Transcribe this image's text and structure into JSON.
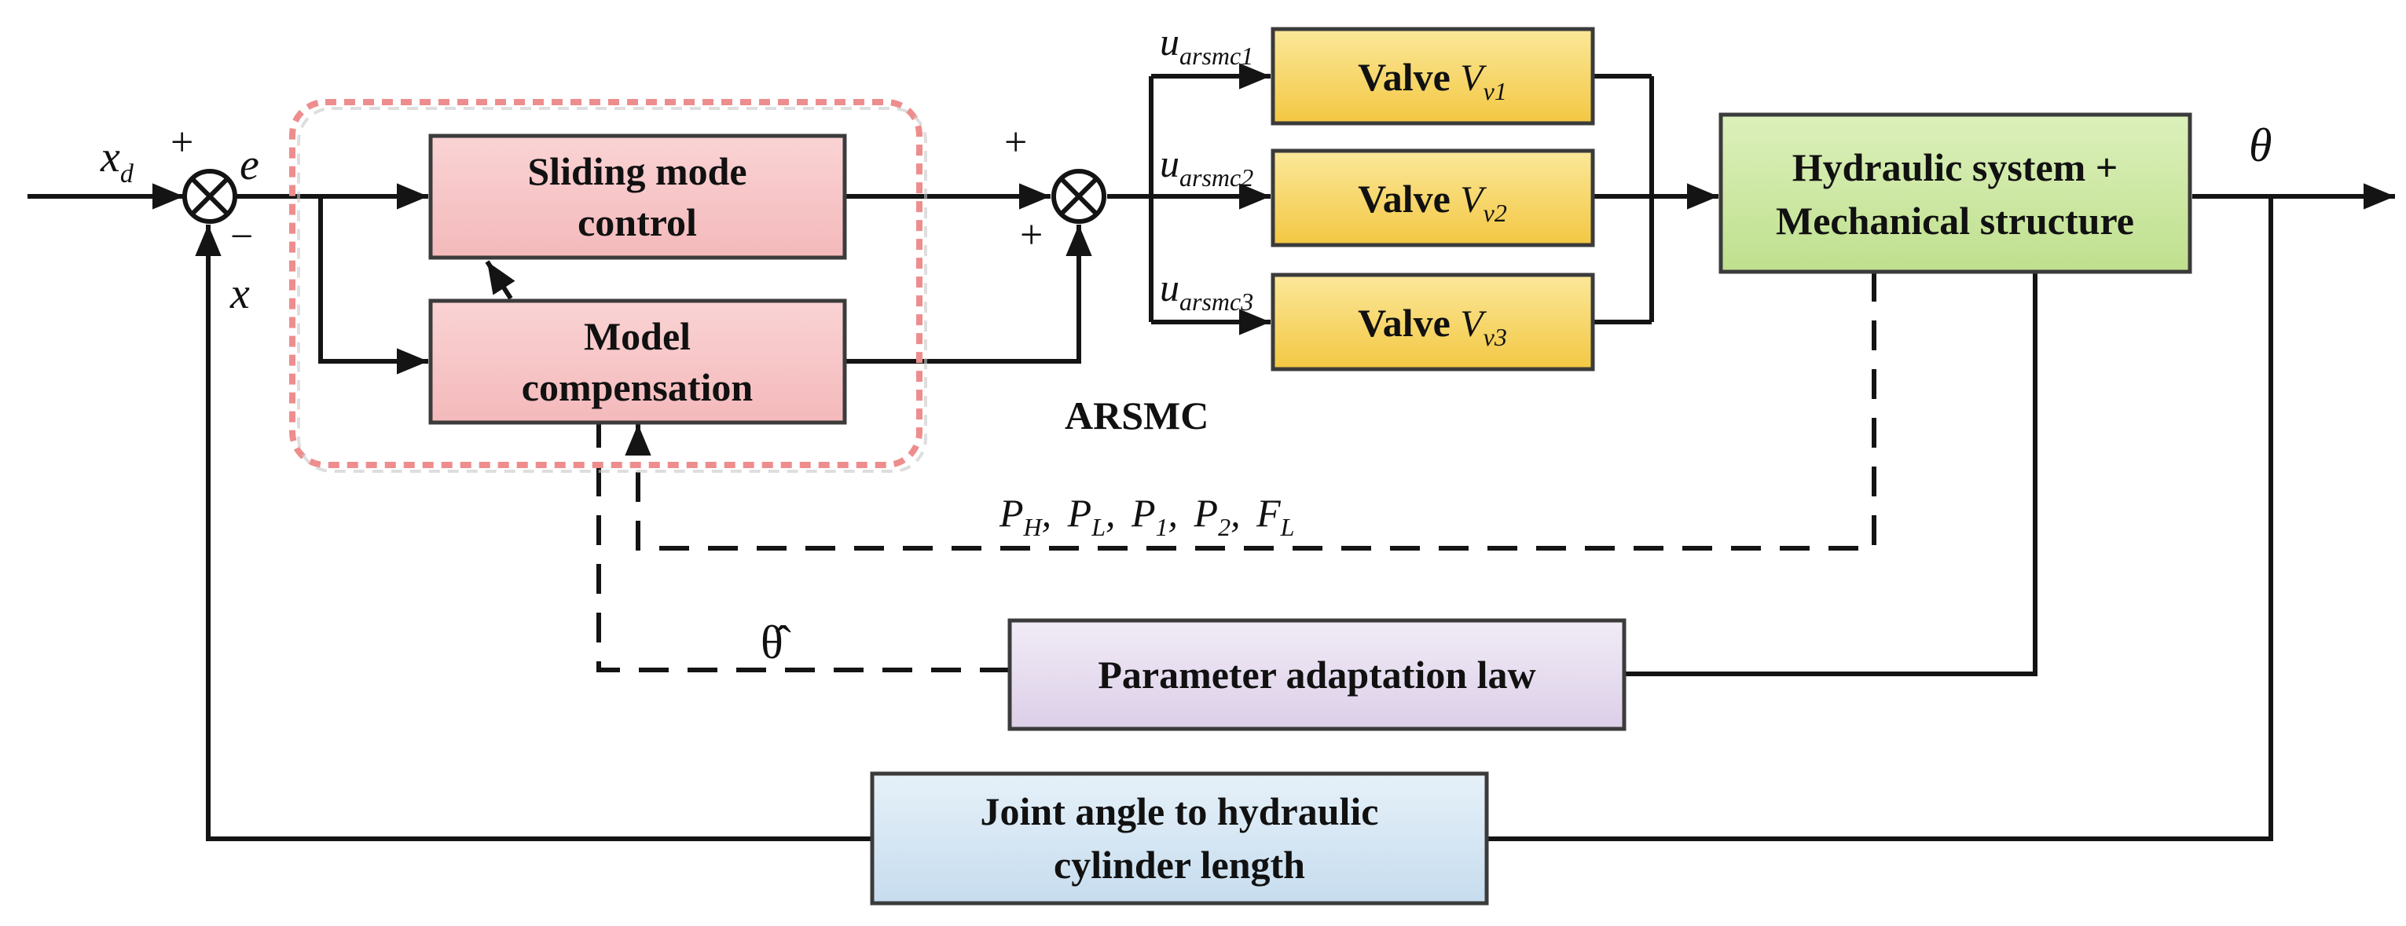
{
  "colors": {
    "line": "#141414",
    "slide_fill": "#f7c6c7",
    "slide_stroke": "#3b3b3b",
    "valve_fill_top": "#fbe89a",
    "valve_fill_bottom": "#f3c742",
    "hyd_fill": "#cfe9a6",
    "param_fill": "#e5dcee",
    "joint_fill": "#d6e7f3",
    "arsmc_dash": "#ee8d8d"
  },
  "blocks": {
    "sliding": {
      "line1": "Sliding mode",
      "line2": "control"
    },
    "model": {
      "line1": "Model",
      "line2": "compensation"
    },
    "valve1": {
      "prefix": "Valve ",
      "sym": "V",
      "sub": "v1"
    },
    "valve2": {
      "prefix": "Valve ",
      "sym": "V",
      "sub": "v2"
    },
    "valve3": {
      "prefix": "Valve ",
      "sym": "V",
      "sub": "v3"
    },
    "hydraulic": {
      "line1": "Hydraulic system +",
      "line2": "Mechanical structure"
    },
    "param": {
      "label": "Parameter adaptation law"
    },
    "joint": {
      "line1": "Joint angle to hydraulic",
      "line2": "cylinder length"
    }
  },
  "labels": {
    "xd": "x",
    "xd_sub": "d",
    "e": "e",
    "x": "x",
    "theta": "θ",
    "theta_hat": "θ̂",
    "arsmc": "ARSMC",
    "u1": "u",
    "u1_sub": "arsmc1",
    "u2": "u",
    "u2_sub": "arsmc2",
    "u3": "u",
    "u3_sub": "arsmc3",
    "plus": "+",
    "minus": "−",
    "pressures": "P",
    "pH_sub": "H",
    "pL_sub": "L",
    "p1_sub": "1",
    "p2_sub": "2",
    "force": "F",
    "fL_sub": "L",
    "comma": ","
  }
}
